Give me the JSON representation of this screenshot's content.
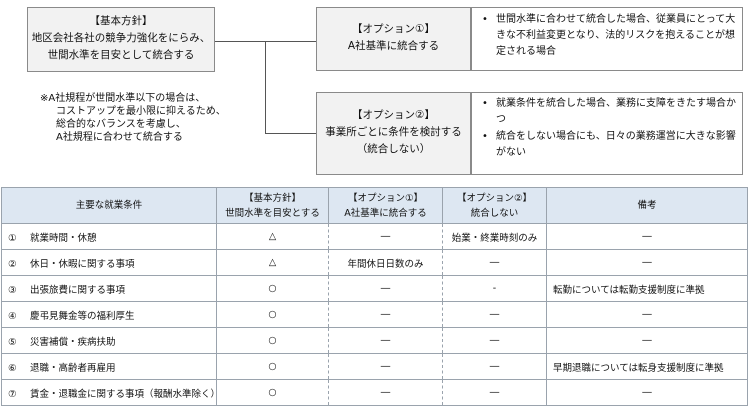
{
  "policy": {
    "basic_title": "【基本方針】",
    "basic_line1": "地区会社各社の競争力強化をにらみ、",
    "basic_line2": "世間水準を目安として統合する",
    "note": [
      "※A社規程が世間水準以下の場合は、",
      "コストアップを最小限に抑えるため、",
      "総合的なバランスを考慮し、",
      "A社規程に合わせて統合する"
    ],
    "option1_title": "【オプション①】",
    "option1_body": "A社基準に統合する",
    "option1_points": [
      "世間水準に合わせて統合した場合、従業員にとって大きな不利益変更となり、法的リスクを抱えることが想定される場合"
    ],
    "option2_title": "【オプション②】",
    "option2_body1": "事業所ごとに条件を検討する",
    "option2_body2": "（統合しない）",
    "option2_points": [
      "就業条件を統合した場合、業務に支障をきたす場合かつ",
      "統合をしない場合にも、日々の業務運営に大きな影響がない"
    ]
  },
  "table": {
    "headers": {
      "item": "主要な就業条件",
      "basic_l1": "【基本方針】",
      "basic_l2": "世間水準を目安とする",
      "opt1_l1": "【オプション①】",
      "opt1_l2": "A社基準に統合する",
      "opt2_l1": "【オプション②】",
      "opt2_l2": "統合しない",
      "remarks": "備考"
    },
    "rows": [
      {
        "num": "①",
        "item": "就業時間・休憩",
        "basic": "△",
        "opt1": "―",
        "opt2": "始業・終業時刻のみ",
        "remarks": "―"
      },
      {
        "num": "②",
        "item": "休日・休暇に関する事項",
        "basic": "△",
        "opt1": "年間休日日数のみ",
        "opt2": "―",
        "remarks": "―"
      },
      {
        "num": "③",
        "item": "出張旅費に関する事項",
        "basic": "○",
        "opt1": "―",
        "opt2": "‐",
        "remarks": "転勤については転勤支援制度に準拠"
      },
      {
        "num": "④",
        "item": "慶弔見舞金等の福利厚生",
        "basic": "○",
        "opt1": "―",
        "opt2": "―",
        "remarks": "―"
      },
      {
        "num": "⑤",
        "item": "災害補償・疾病扶助",
        "basic": "○",
        "opt1": "―",
        "opt2": "―",
        "remarks": "―"
      },
      {
        "num": "⑥",
        "item": "退職・高齢者再雇用",
        "basic": "○",
        "opt1": "―",
        "opt2": "―",
        "remarks": "早期退職については転身支援制度に準拠"
      },
      {
        "num": "⑦",
        "item": "賃金・退職金に関する事項（報酬水準除く）",
        "basic": "○",
        "opt1": "―",
        "opt2": "―",
        "remarks": "―"
      }
    ]
  }
}
